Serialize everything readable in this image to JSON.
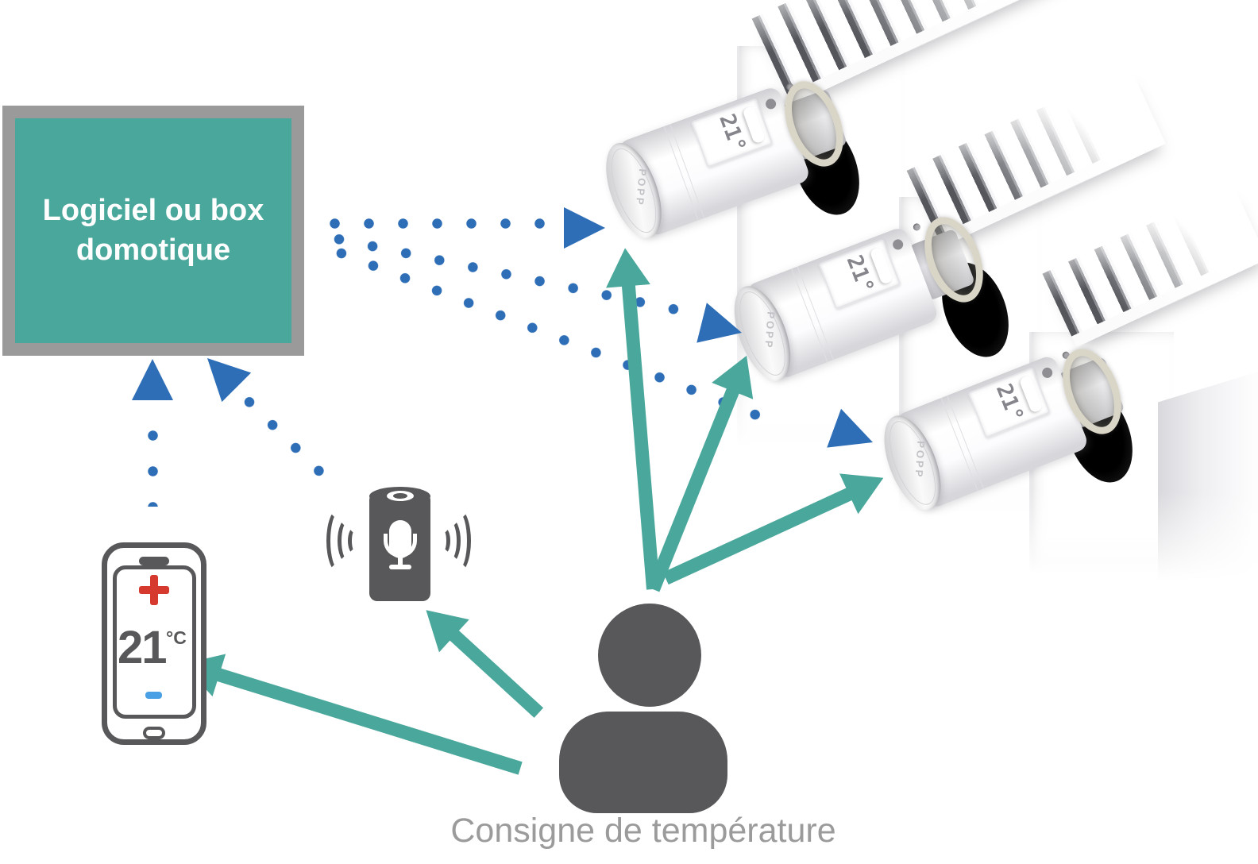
{
  "box": {
    "lines": [
      "Logiciel ou box",
      "domotique"
    ]
  },
  "phone": {
    "temperature": "21",
    "unit": "°C"
  },
  "valves": [
    {
      "brand": "POPP",
      "display": "21°"
    },
    {
      "brand": "POPP",
      "display": "21°"
    },
    {
      "brand": "POPP",
      "display": "21°"
    }
  ],
  "caption": "Consigne de température",
  "icons": {
    "plus": "plus-icon",
    "minus": "minus-icon",
    "microphone": "microphone-icon",
    "sound_waves": "sound-waves-icon",
    "user": "user-icon"
  },
  "colors": {
    "teal": "#4aa79b",
    "blue": "#2e6eb7",
    "dark_gray": "#58585a",
    "label_gray": "#9b9b9b",
    "frame_gray": "#9a9a9a",
    "red": "#d63a2e",
    "light_blue": "#4aa0e4",
    "collar_beige": "#d9d5c7"
  }
}
